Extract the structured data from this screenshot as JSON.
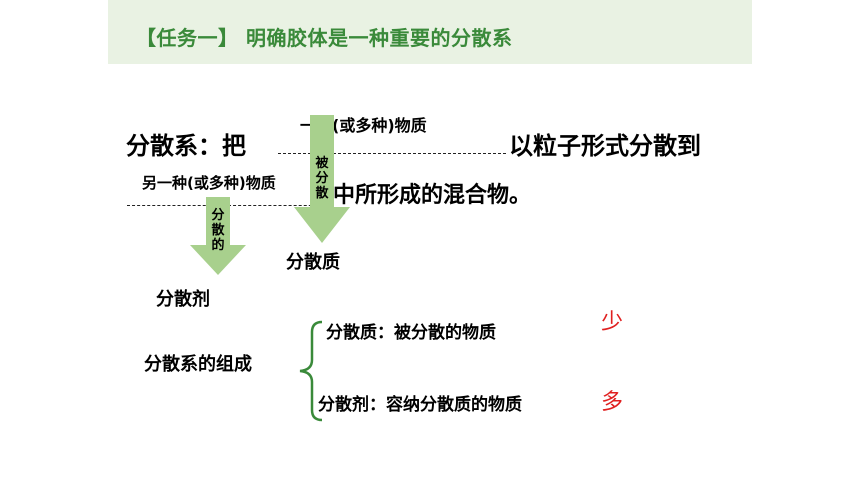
{
  "banner": {
    "title": "【任务一】 明确胶体是一种重要的分散系"
  },
  "definition": {
    "term": "分散系",
    "colon_ba": "：把",
    "after_blank1": "以粒子形式分散到",
    "after_blank2": "中所形成的混合物。",
    "answer_dispersed": "一种(或多种)物质",
    "answer_medium": "另一种(或多种)物质"
  },
  "arrows": {
    "right_label": [
      "被",
      "分",
      "散"
    ],
    "left_label": [
      "分",
      "散",
      "的"
    ],
    "right_target": "分散质",
    "left_target": "分散剂"
  },
  "composition": {
    "heading": "分散系的组成",
    "item1": "分散质：被分散的物质",
    "item2": "分散剂：容纳分散质的物质",
    "item1_note": "少",
    "item2_note": "多"
  },
  "colors": {
    "banner_bg": "#e9f2e3",
    "banner_text": "#3a8a3a",
    "arrow": "#a8d08d",
    "note": "#e02020"
  }
}
